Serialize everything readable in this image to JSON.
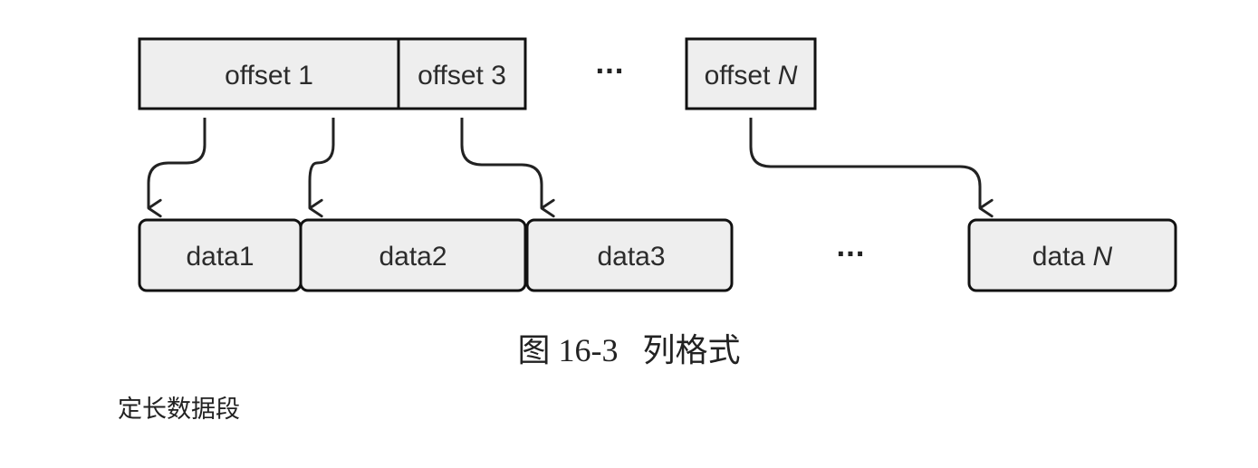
{
  "diagram": {
    "offsets": [
      {
        "prefix": "offset ",
        "suffix": "1"
      },
      {
        "prefix": "offset ",
        "suffix": "3"
      },
      {
        "prefix": "offset ",
        "suffix": "N"
      }
    ],
    "offset_ellipsis": "···",
    "data_blocks": [
      {
        "prefix": "data1",
        "suffix": ""
      },
      {
        "prefix": "data2",
        "suffix": ""
      },
      {
        "prefix": "data3",
        "suffix": ""
      },
      {
        "prefix": "data ",
        "suffix": "N"
      }
    ],
    "data_ellipsis": "···"
  },
  "caption": "图 16-3   列格式",
  "section_label": "定长数据段"
}
